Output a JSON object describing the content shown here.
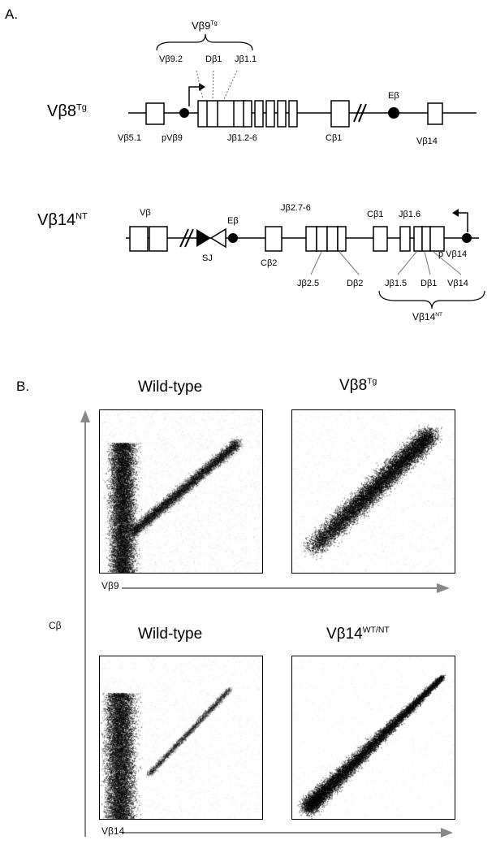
{
  "panel_a": {
    "letter": "A.",
    "track1": {
      "title_main": "Vβ8",
      "title_sup": "Tg",
      "brace_main": "Vβ9",
      "brace_sup": "Tg",
      "top_labels": [
        "Vβ9.2",
        "Dβ1",
        "Jβ1.1"
      ],
      "enhancer": "Eβ",
      "bottom_labels": [
        "Vβ5.1",
        "pVβ9",
        "Jβ1.2-6",
        "Cβ1",
        "Vβ14"
      ]
    },
    "track2": {
      "title_main": "Vβ14",
      "title_sup": "NT",
      "top_labels": [
        "Vβ",
        "Eβ",
        "Jβ2.7-6",
        "Cβ1",
        "Jβ1.6"
      ],
      "sj": "SJ",
      "c2": "Cβ2",
      "lower_labels": [
        "Jβ2.5",
        "Dβ2",
        "Jβ1.5",
        "Dβ1",
        "Vβ14"
      ],
      "promoter": "p Vβ14",
      "brace_main": "Vβ14",
      "brace_sup": "NT"
    }
  },
  "panel_b": {
    "letter": "B.",
    "plots": [
      {
        "title_main": "Wild-type",
        "title_sup": "",
        "pattern": "wt"
      },
      {
        "title_main": "Vβ8",
        "title_sup": "Tg",
        "pattern": "tg"
      },
      {
        "title_main": "Wild-type",
        "title_sup": "",
        "pattern": "wt2"
      },
      {
        "title_main": "Vβ14",
        "title_sup": "WT/NT",
        "pattern": "nt"
      }
    ],
    "y_label": "Cβ",
    "x_label_top": "Vβ9",
    "x_label_bottom": "Vβ14"
  }
}
